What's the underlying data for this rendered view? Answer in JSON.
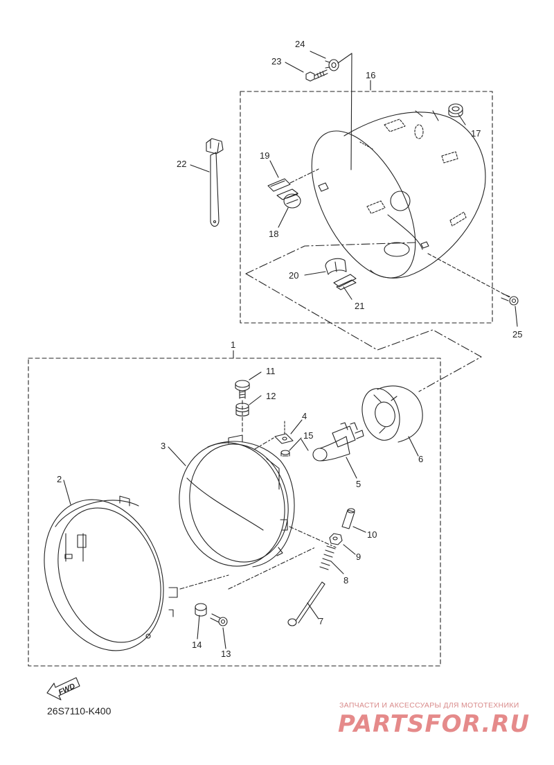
{
  "diagram": {
    "callouts": {
      "p1": "1",
      "p2": "2",
      "p3": "3",
      "p4": "4",
      "p5": "5",
      "p6": "6",
      "p7": "7",
      "p8": "8",
      "p9": "9",
      "p10": "10",
      "p11": "11",
      "p12": "12",
      "p13": "13",
      "p14": "14",
      "p15": "15",
      "p16": "16",
      "p17": "17",
      "p18": "18",
      "p19": "19",
      "p20": "20",
      "p21": "21",
      "p22": "22",
      "p23": "23",
      "p24": "24",
      "p25": "25"
    },
    "fwd_label": "FWD",
    "drawing_code": "26S7110-K400"
  },
  "watermark": {
    "tagline": "ЗАПЧАСТИ И АКСЕССУАРЫ ДЛЯ МОТОТЕХНИКИ",
    "brand": "PARTSFOR.RU"
  },
  "colors": {
    "line": "#222222",
    "watermark": "#e58a8a"
  }
}
